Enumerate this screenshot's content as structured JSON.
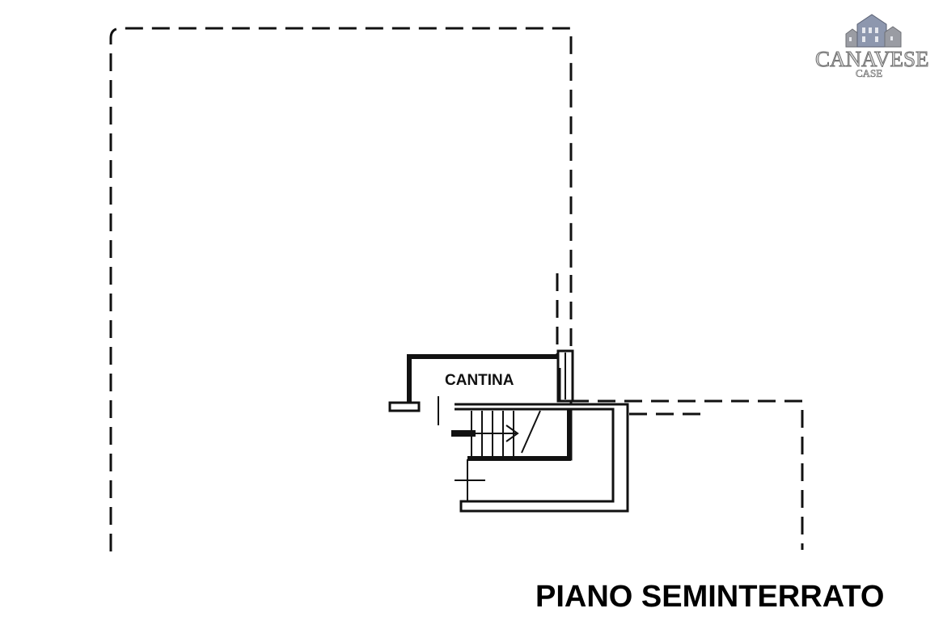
{
  "logo": {
    "brand": "CANAVESE",
    "sub": "CASE"
  },
  "rooms": {
    "cantina": "CANTINA"
  },
  "floor": {
    "title": "PIANO SEMINTERRATO"
  }
}
